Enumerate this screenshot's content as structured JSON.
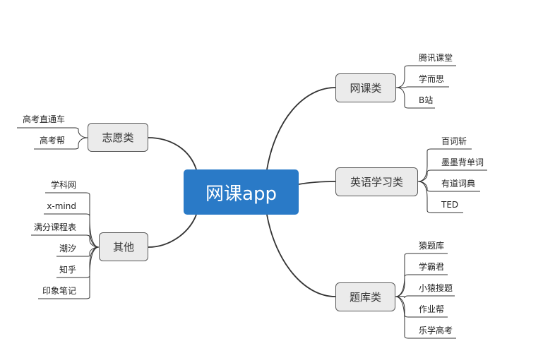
{
  "center": {
    "label": "网课app"
  },
  "branches": [
    {
      "label": "网课类",
      "leaves": [
        "腾讯课堂",
        "学而思",
        "B站"
      ]
    },
    {
      "label": "英语学习类",
      "leaves": [
        "百词斩",
        "墨墨背单词",
        "有道词典",
        "TED"
      ]
    },
    {
      "label": "题库类",
      "leaves": [
        "猿题库",
        "学霸君",
        "小猿搜题",
        "作业帮",
        "乐学高考"
      ]
    },
    {
      "label": "志愿类",
      "leaves": [
        "高考直通车",
        "高考帮"
      ]
    },
    {
      "label": "其他",
      "leaves": [
        "学科网",
        "x-mind",
        "满分课程表",
        "潮汐",
        "知乎",
        "印象笔记"
      ]
    }
  ],
  "colors": {
    "center_fill": "#2a7ac7",
    "branch_fill": "#ebebeb",
    "line": "#333333"
  }
}
